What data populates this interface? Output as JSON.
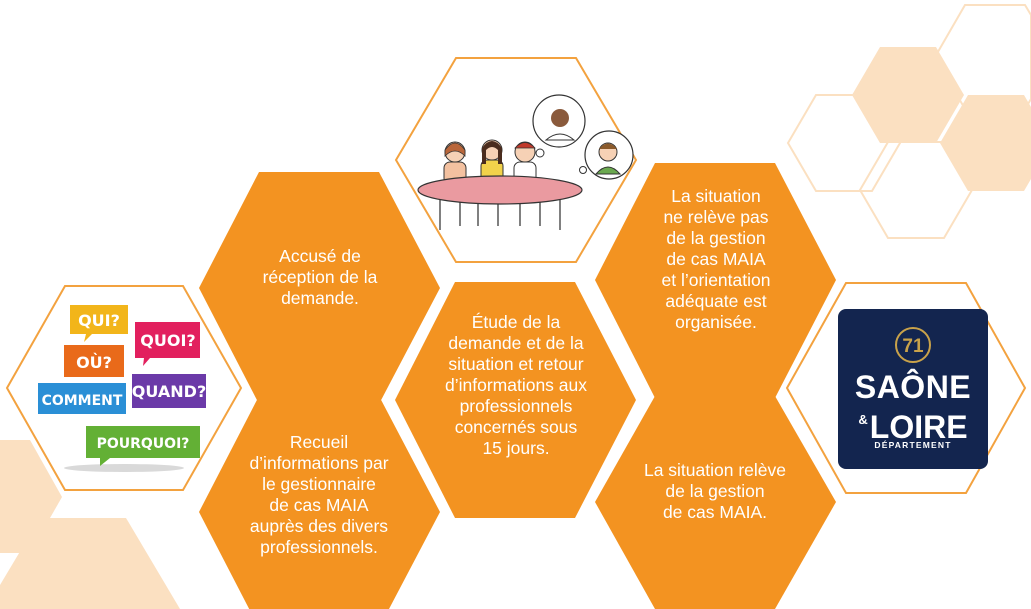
{
  "colors": {
    "orange": "#f39321",
    "peach": "#fbe0c1",
    "outline": "#f3a23f",
    "navy": "#13254f",
    "gold": "#c9a24a"
  },
  "hexagons": {
    "accuse": "Accusé de\nréception de la\ndemande.",
    "recueil": "Recueil\nd’informations par\nle gestionnaire\nde cas MAIA\nauprès des divers\nprofessionnels.",
    "etude": "Étude de la\ndemande et de la\nsituation et retour\nd’informations aux\nprofessionnels\nconcernés sous\n15 jours.",
    "ne_releve": "La situation\nne relève pas\nde la gestion\nde cas MAIA\net l’orientation\nadéquate est\norganisée.",
    "releve": "La situation relève\nde la gestion\nde cas MAIA."
  },
  "questions": {
    "qui": "QUI?",
    "quoi": "QUOI?",
    "ou": "OÙ?",
    "comment": "COMMENT",
    "quand": "QUAND?",
    "pourquoi": "POURQUOI?"
  },
  "logo": {
    "number": "71",
    "line1": "SAÔNE",
    "amp": "&",
    "line2": "LOIRE",
    "line3": "DÉPARTEMENT"
  },
  "icons": {
    "meeting": "meeting-illustration",
    "questions": "questions-speech-bubbles"
  }
}
